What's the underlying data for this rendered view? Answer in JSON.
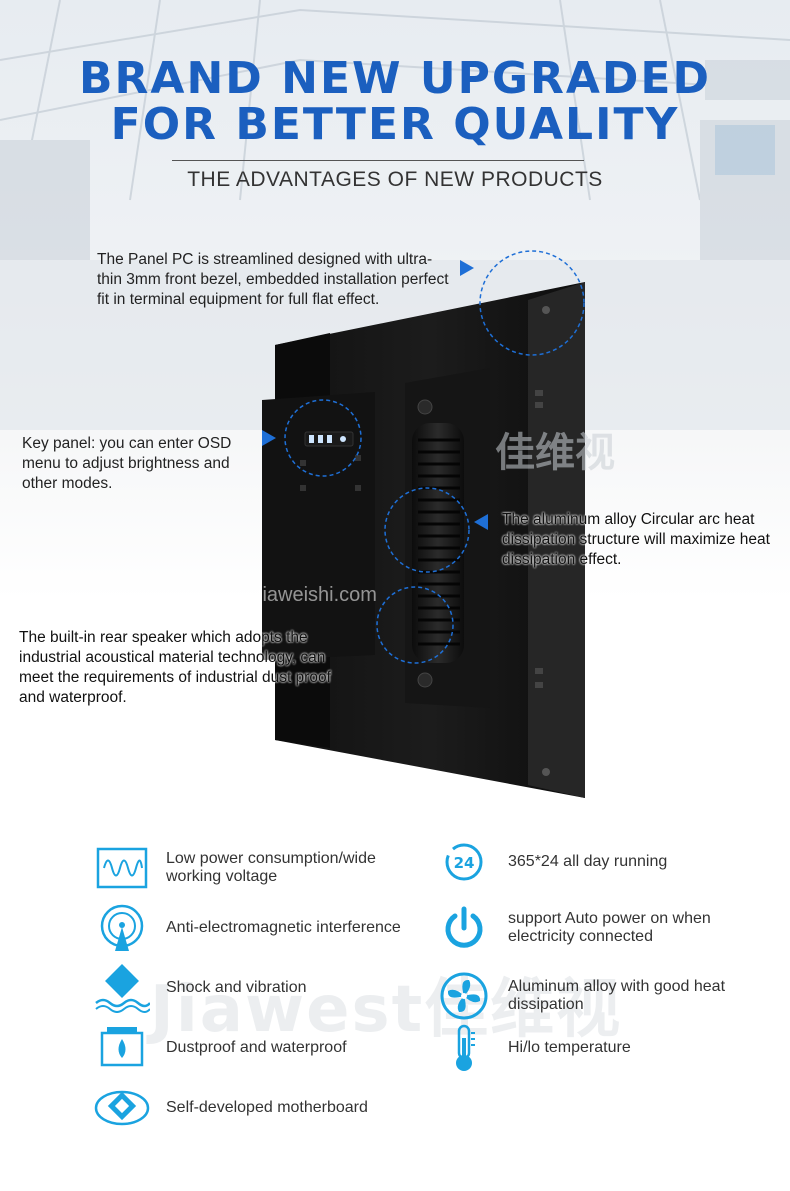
{
  "header": {
    "headline_line1": "BRAND NEW UPGRADED",
    "headline_line2": "FOR BETTER QUALITY",
    "subtitle": "THE ADVANTAGES OF NEW PRODUCTS"
  },
  "callouts": {
    "bezel": "The Panel PC is streamlined designed with ultra-thin 3mm front bezel, embedded installation perfect fit in terminal equipment for full flat effect.",
    "key_panel": "Key panel: you can enter OSD menu to adjust brightness and other modes.",
    "heat": "The aluminum alloy Circular arc heat dissipation structure will maximize heat dissipation effect.",
    "speaker": "The built-in rear speaker which adopts the industrial acoustical material technology, can meet the requirements of industrial dust proof and waterproof."
  },
  "watermark": {
    "brand_cn": "佳维视",
    "url": "jiaweishi.com",
    "brand": "Jiawest"
  },
  "features": [
    {
      "icon": "waveform-icon",
      "label": "Low power consumption/wide working voltage"
    },
    {
      "icon": "clock-24-icon",
      "label": "365*24 all day running"
    },
    {
      "icon": "antenna-shield-icon",
      "label": "Anti-electromagnetic interference"
    },
    {
      "icon": "power-icon",
      "label": "support Auto power on when electricity connected"
    },
    {
      "icon": "shock-diamond-icon",
      "label": "Shock and vibration"
    },
    {
      "icon": "fan-icon",
      "label": "Aluminum alloy with good heat dissipation"
    },
    {
      "icon": "water-drop-icon",
      "label": "Dustproof and waterproof"
    },
    {
      "icon": "thermometer-icon",
      "label": "Hi/lo temperature"
    },
    {
      "icon": "motherboard-icon",
      "label": "Self-developed motherboard"
    }
  ],
  "colors": {
    "headline_blue": "#1b5fbf",
    "accent_blue": "#1e6fd6",
    "icon_blue": "#1aa3e0"
  }
}
